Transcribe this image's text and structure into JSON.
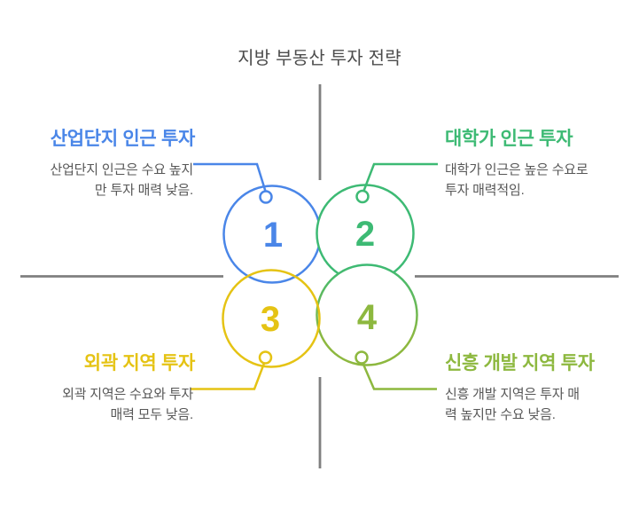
{
  "page": {
    "title": "지방 부동산 투자 전략"
  },
  "colors": {
    "blue": "#4a86e8",
    "green": "#3dba74",
    "yellow": "#e5c314",
    "olive": "#8db83f",
    "axis_gray": "#7f7f7f",
    "body_text": "#575757",
    "heading_text": "#4c4c4c"
  },
  "quadrants": [
    {
      "number": "1",
      "title": "산업단지 인근 투자",
      "desc_lines": [
        "산업단지 인근은 수요 높지",
        "만 투자 매력 낮음."
      ],
      "color": "#4a86e8"
    },
    {
      "number": "2",
      "title": "대학가 인근 투자",
      "desc_lines": [
        "대학가 인근은 높은 수요로",
        "투자 매력적임."
      ],
      "color": "#3dba74"
    },
    {
      "number": "3",
      "title": "외곽 지역 투자",
      "desc_lines": [
        "외곽 지역은 수요와 투자",
        "매력 모두 낮음."
      ],
      "color": "#e5c314"
    },
    {
      "number": "4",
      "title": "신흥 개발 지역 투자",
      "desc_lines": [
        "신흥 개발 지역은 투자 매",
        "력 높지만 수요 낮음."
      ],
      "color": "#8db83f"
    }
  ]
}
